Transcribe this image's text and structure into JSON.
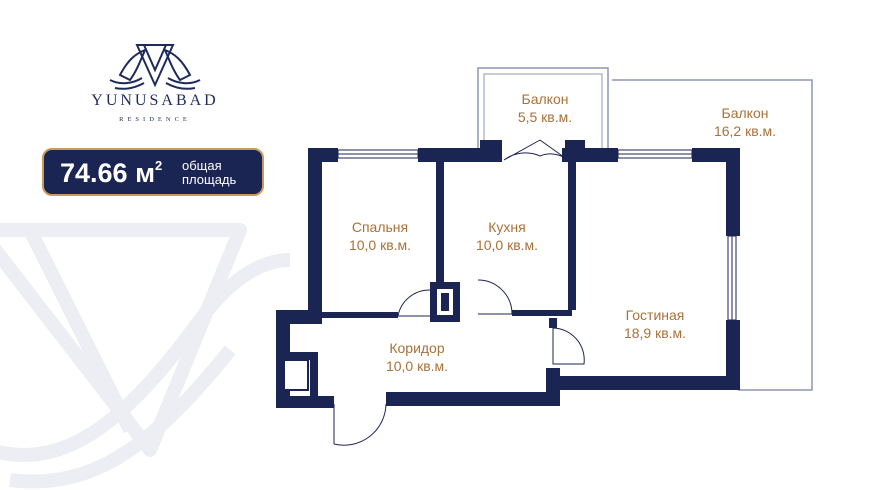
{
  "brand": {
    "name": "YUNUSABAD",
    "sub": "RESIDENCE",
    "logo_icon": "winged-v-crest-icon",
    "primary_color": "#1b2553",
    "accent_color": "#c89a5e"
  },
  "area": {
    "value": "74.66 м",
    "unit_sup": "2",
    "caption_1": "общая",
    "caption_2": "площадь"
  },
  "rooms": {
    "balcony_small": {
      "name": "Балкон",
      "area": "5,5 кв.м."
    },
    "balcony_large": {
      "name": "Балкон",
      "area": "16,2 кв.м."
    },
    "bedroom": {
      "name": "Спальня",
      "area": "10,0 кв.м."
    },
    "kitchen": {
      "name": "Кухня",
      "area": "10,0 кв.м."
    },
    "living": {
      "name": "Гостиная",
      "area": "18,9 кв.м."
    },
    "corridor": {
      "name": "Коридор",
      "area": "10,0 кв.м."
    }
  },
  "label_color": "#a87238"
}
